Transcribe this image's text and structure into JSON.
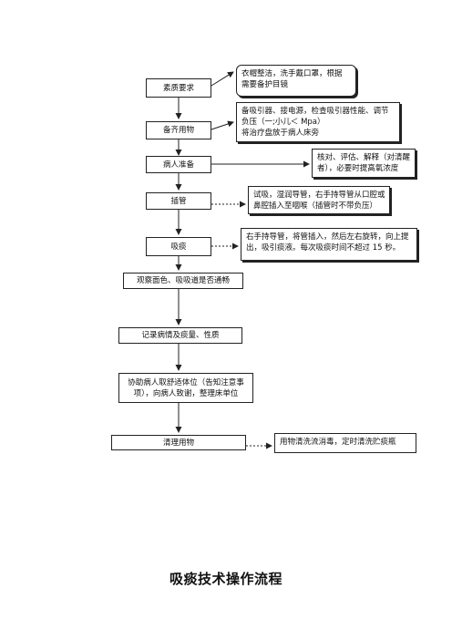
{
  "steps": [
    {
      "label": "素质要求"
    },
    {
      "label": "备齐用物"
    },
    {
      "label": "病人准备"
    },
    {
      "label": "插管"
    },
    {
      "label": "吸痰"
    },
    {
      "label": "观察面色、吸吸道是否通畅"
    },
    {
      "label": "记录病情及痰量、性质"
    },
    {
      "label": "协助病人取舒适体位（告知注意事项），向病人致谢，整理床单位"
    },
    {
      "label": "清理用物"
    }
  ],
  "notes": [
    {
      "lines": [
        "衣帽整洁，洗手戴口罩，根据",
        "需要备护目镜"
      ]
    },
    {
      "lines": [
        "备吸引器、接电源，检查吸引器性能、调节",
        "负压（一;小儿＜ Mpa）",
        "将治疗盘放于病人床旁"
      ]
    },
    {
      "lines": [
        "核对、评估、解释（对清醒",
        "者），必要时提高氧浓度"
      ]
    },
    {
      "lines": [
        "试吸，湿润导管，右手持导管从口腔或",
        "鼻腔插入至咽喉（插管时不带负压）"
      ]
    },
    {
      "lines": [
        "右手持导管，将管插入，然后左右旋转，向上提",
        "出，吸引痰液。每次吸痰时间不超过 15 秒。"
      ]
    },
    {
      "lines": [
        "用物清洗流消毒，定时清洗贮痰瓶"
      ]
    }
  ],
  "title": "吸痰技术操作流程"
}
